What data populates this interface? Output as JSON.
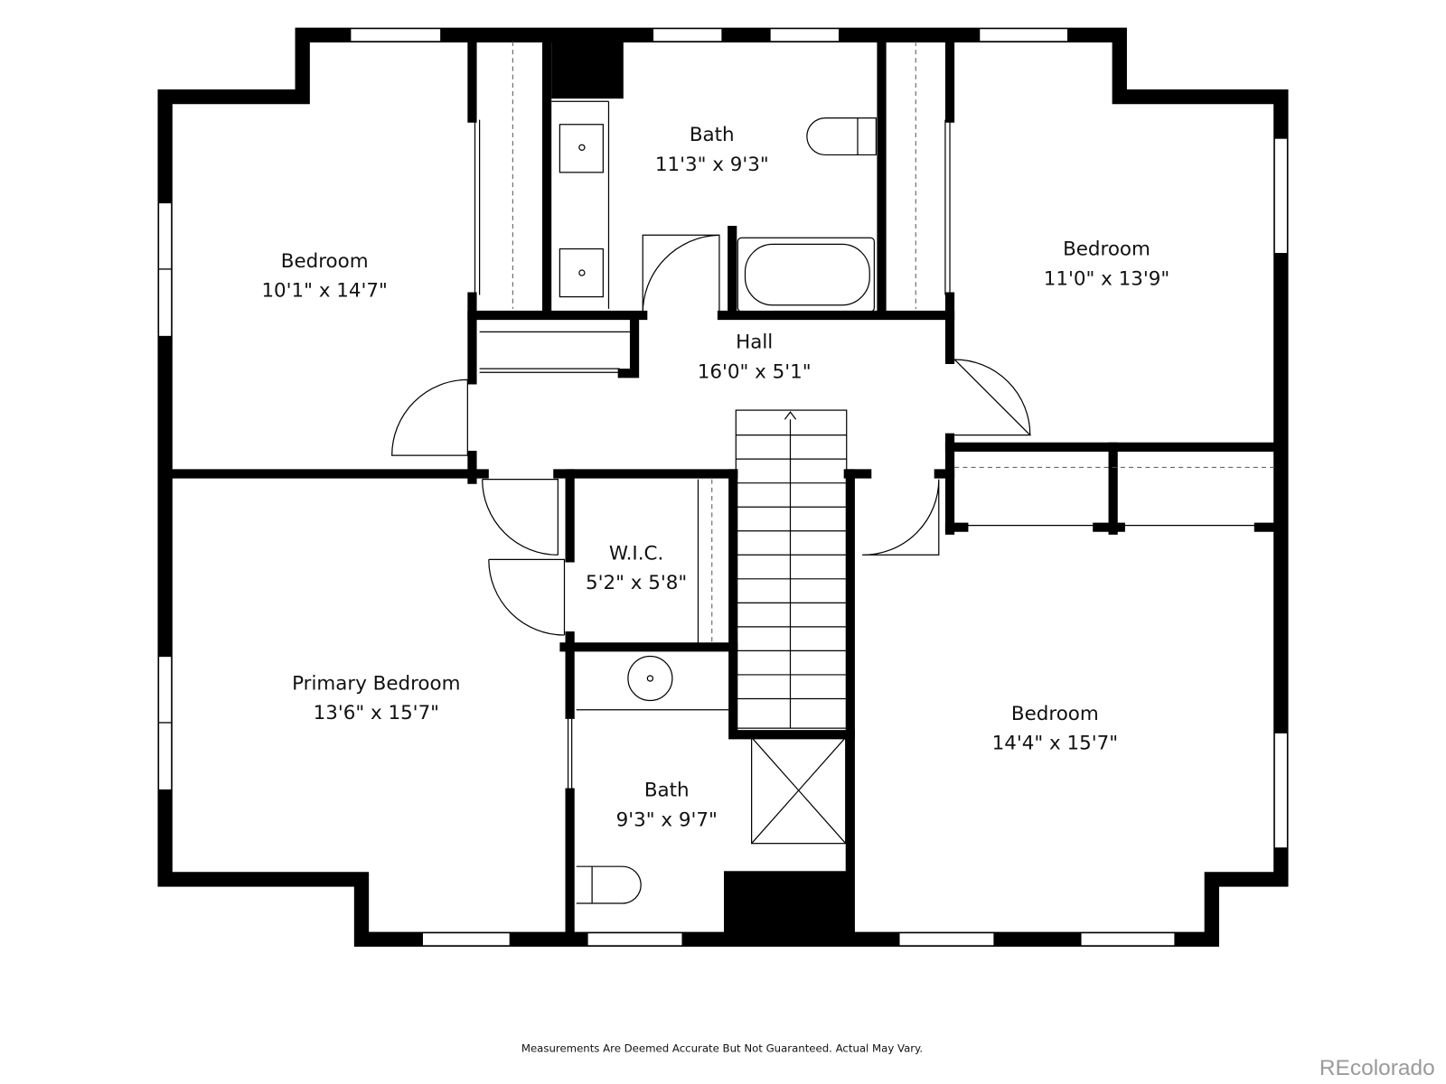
{
  "rooms": [
    {
      "name": "Bedroom",
      "size": "10'1\" x 14'7\""
    },
    {
      "name": "Bath",
      "size": "11'3\" x 9'3\""
    },
    {
      "name": "Bedroom",
      "size": "11'0\" x 13'9\""
    },
    {
      "name": "Hall",
      "size": "16'0\" x 5'1\""
    },
    {
      "name": "W.I.C.",
      "size": "5'2\" x 5'8\""
    },
    {
      "name": "Primary Bedroom",
      "size": "13'6\" x 15'7\""
    },
    {
      "name": "Bath",
      "size": "9'3\" x 9'7\""
    },
    {
      "name": "Bedroom",
      "size": "14'4\" x 15'7\""
    }
  ],
  "footer": {
    "disclaimer": "Measurements Are Deemed Accurate But Not Guaranteed. Actual May Vary.",
    "brand": "REcolorado"
  },
  "colors": {
    "wall": "#000000",
    "brand_text": "#9a9a9a"
  }
}
